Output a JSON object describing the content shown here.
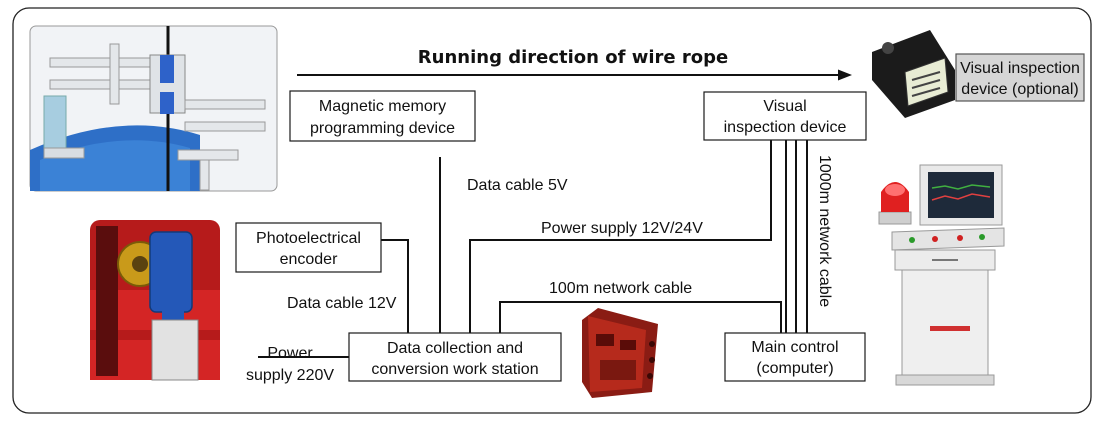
{
  "title": "Running direction of wire rope",
  "boxes": {
    "magnetic": [
      "Magnetic memory",
      "programming device"
    ],
    "visual": [
      "Visual",
      "inspection device"
    ],
    "visual_optional": [
      "Visual inspection",
      "device (optional)"
    ],
    "encoder": [
      "Photoelectrical",
      "encoder"
    ],
    "station": [
      "Data collection and",
      "conversion work station"
    ],
    "main": [
      "Main control",
      "(computer)"
    ]
  },
  "cables": {
    "data5": "Data cable 5V",
    "power": "Power supply 12V/24V",
    "net100": "100m network cable",
    "data12": "Data cable 12V",
    "net1000": "1000m network cable"
  },
  "power_label": [
    "Power",
    "supply 220V"
  ],
  "colors": {
    "frame": "#222222",
    "red": "#c81e1e",
    "blue": "#2458b8",
    "dark_red": "#8a1c14",
    "optional_box": "#d6d6d6"
  }
}
